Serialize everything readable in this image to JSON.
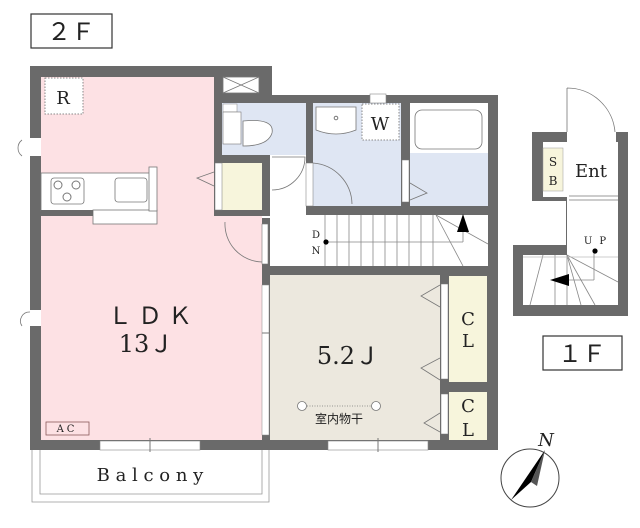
{
  "floors": {
    "second": {
      "label": "２Ｆ",
      "rooms": {
        "ldk_name": "ＬＤＫ",
        "ldk_size": "13Ｊ",
        "bedroom_size": "5.2Ｊ",
        "refrigerator": "R",
        "washer": "W",
        "closet_1": [
          "C",
          "L"
        ],
        "closet_2": [
          "C",
          "L"
        ],
        "air_conditioner": "AC",
        "indoor_drying": "室内物干",
        "stairs_down": [
          "D",
          "N"
        ],
        "balcony": "B a l c o n y"
      }
    },
    "first": {
      "label": "１Ｆ",
      "rooms": {
        "entrance": "Ent",
        "shoe_box": [
          "S",
          "B"
        ],
        "stairs_up": "U P"
      }
    }
  },
  "compass": {
    "label": "N"
  },
  "colors": {
    "wall": "#6a6a6a",
    "ldk": "#fde1e4",
    "wet": "#dfe6f3",
    "storage": "#f7f5dc",
    "bedroom": "#ece8de"
  }
}
